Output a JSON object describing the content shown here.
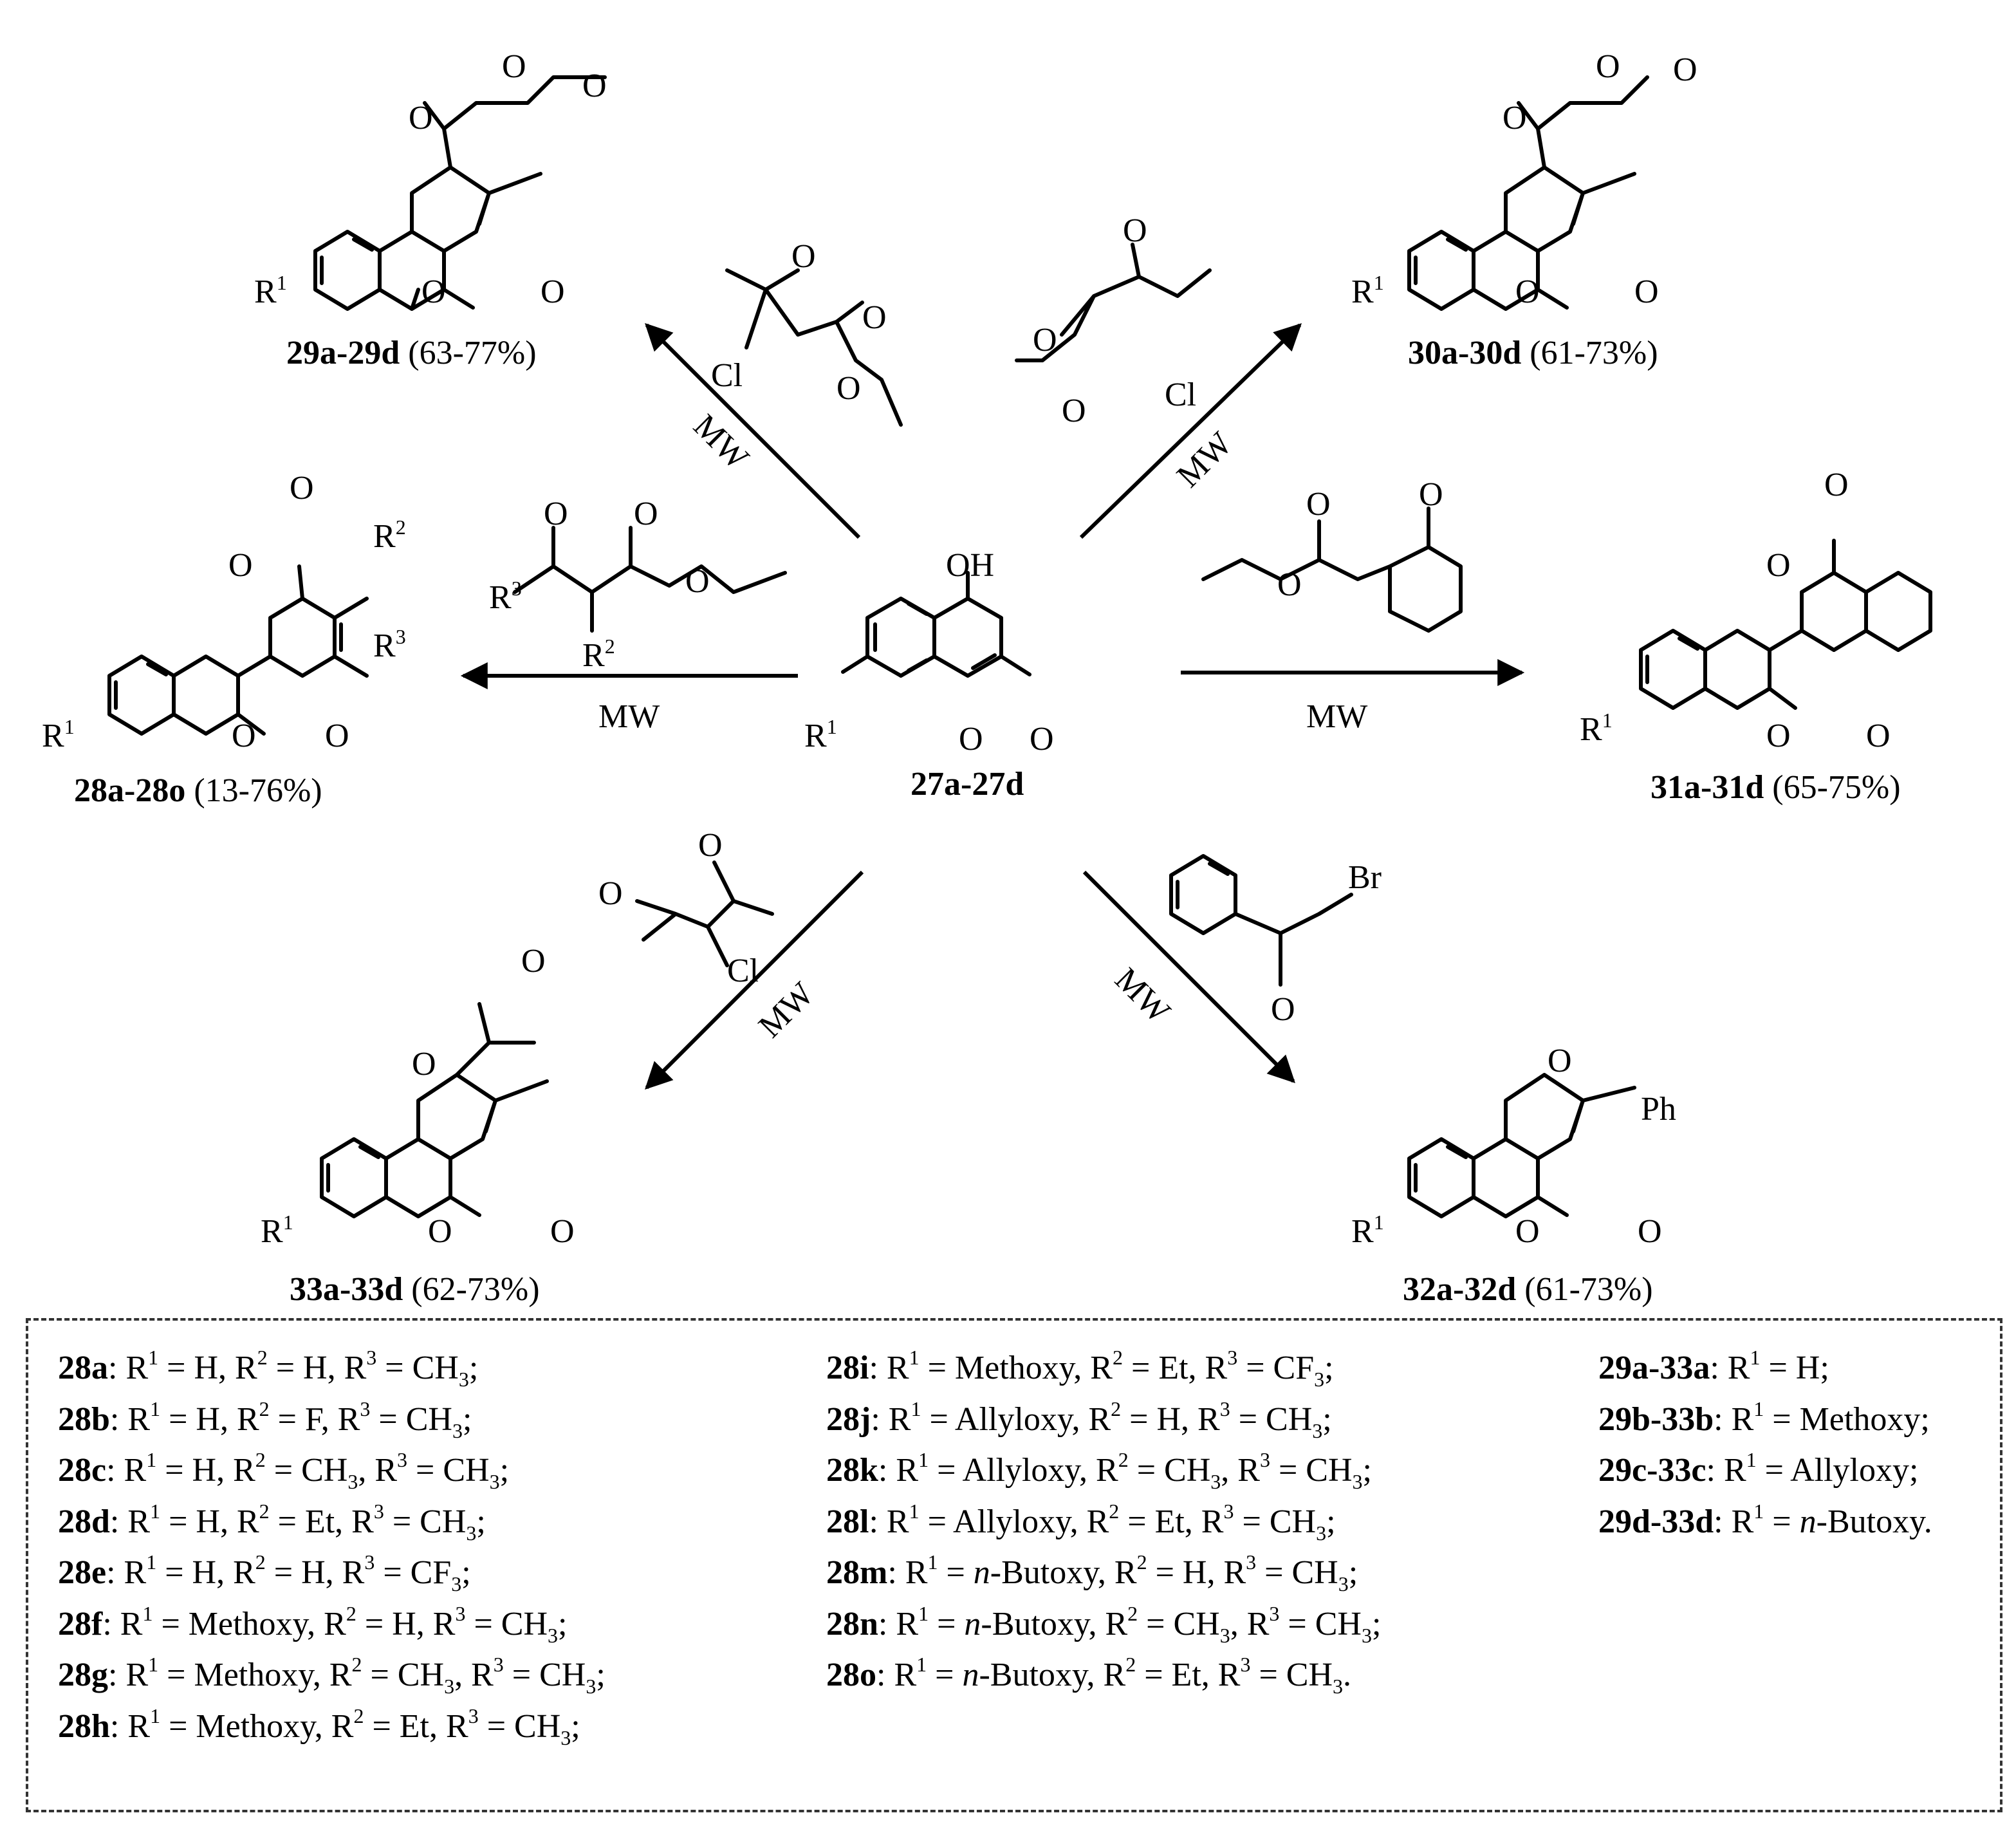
{
  "compounds": {
    "c27": {
      "id": "27a-27d",
      "yield": ""
    },
    "c28": {
      "id": "28a-28o",
      "yield": "(13-76%)"
    },
    "c29": {
      "id": "29a-29d",
      "yield": "(63-77%)"
    },
    "c30": {
      "id": "30a-30d",
      "yield": "(61-73%)"
    },
    "c31": {
      "id": "31a-31d",
      "yield": "(65-75%)"
    },
    "c32": {
      "id": "32a-32d",
      "yield": "(61-73%)"
    },
    "c33": {
      "id": "33a-33d",
      "yield": "(62-73%)"
    }
  },
  "condition": "MW",
  "atom_labels": {
    "oh": "OH",
    "o": "O",
    "r1": "R",
    "r1_sup": "1",
    "r2": "R",
    "r2_sup": "2",
    "r3": "R",
    "r3_sup": "3",
    "cl": "Cl",
    "br": "Br",
    "ph": "Ph"
  },
  "legend": {
    "col1": [
      {
        "id": "28a",
        "sep": ": ",
        "parts": [
          "R",
          "1",
          " = H, R",
          "2",
          " = H, R",
          "3",
          " = CH",
          "3",
          ";"
        ]
      },
      {
        "id": "28b",
        "sep": ": ",
        "parts": [
          "R",
          "1",
          " = H, R",
          "2",
          " = F, R",
          "3",
          " = CH",
          "3",
          ";"
        ]
      },
      {
        "id": "28c",
        "sep": ": ",
        "parts": [
          "R",
          "1",
          " = H, R",
          "2",
          " = CH",
          "3",
          ", R",
          "3",
          " = CH",
          "3",
          ";"
        ]
      },
      {
        "id": "28d",
        "sep": ": ",
        "parts": [
          "R",
          "1",
          " = H, R",
          "2",
          " = Et, R",
          "3",
          " = CH",
          "3",
          ";"
        ]
      },
      {
        "id": "28e",
        "sep": ": ",
        "parts": [
          "R",
          "1",
          " = H, R",
          "2",
          " = H, R",
          "3",
          " = CF",
          "3",
          ";"
        ]
      },
      {
        "id": "28f",
        "sep": ": ",
        "parts": [
          "R",
          "1",
          " = Methoxy, R",
          "2",
          " = H, R",
          "3",
          " = CH",
          "3",
          ";"
        ]
      },
      {
        "id": "28g",
        "sep": ": ",
        "parts": [
          "R",
          "1",
          " = Methoxy, R",
          "2",
          " = CH",
          "3",
          ", R",
          "3",
          " = CH",
          "3",
          ";"
        ]
      },
      {
        "id": "28h",
        "sep": ": ",
        "parts": [
          "R",
          "1",
          " = Methoxy, R",
          "2",
          " = Et, R",
          "3",
          " = CH",
          "3",
          ";"
        ]
      }
    ],
    "col2": [
      {
        "id": "28i",
        "sep": ": ",
        "parts": [
          "R",
          "1",
          " = Methoxy, R",
          "2",
          " = Et, R",
          "3",
          " = CF",
          "3",
          ";"
        ]
      },
      {
        "id": "28j",
        "sep": ": ",
        "parts": [
          "R",
          "1",
          " = Allyloxy, R",
          "2",
          " = H, R",
          "3",
          " = CH",
          "3",
          ";"
        ]
      },
      {
        "id": "28k",
        "sep": ": ",
        "parts": [
          "R",
          "1",
          " = Allyloxy, R",
          "2",
          " = CH",
          "3",
          ", R",
          "3",
          " = CH",
          "3",
          ";"
        ]
      },
      {
        "id": "28l",
        "sep": ": ",
        "parts": [
          "R",
          "1",
          " = Allyloxy, R",
          "2",
          " = Et, R",
          "3",
          " = CH",
          "3",
          ";"
        ]
      },
      {
        "id": "28m",
        "sep": ": ",
        "parts": [
          "R",
          "1",
          " = ",
          "n",
          "-Butoxy, R",
          "2",
          " = H, R",
          "3",
          " = CH",
          "3",
          ";"
        ]
      },
      {
        "id": "28n",
        "sep": ": ",
        "parts": [
          "R",
          "1",
          " = ",
          "n",
          "-Butoxy, R",
          "2",
          " = CH",
          "3",
          ", R",
          "3",
          " = CH",
          "3",
          ";"
        ]
      },
      {
        "id": "28o",
        "sep": ": ",
        "parts": [
          "R",
          "1",
          " = ",
          "n",
          "-Butoxy, R",
          "2",
          " = Et, R",
          "3",
          " = CH",
          "3",
          "."
        ]
      }
    ],
    "col3": [
      {
        "id": "29a-33a",
        "sep": ": ",
        "parts": [
          "R",
          "1",
          " = H;"
        ]
      },
      {
        "id": "29b-33b",
        "sep": ": ",
        "parts": [
          "R",
          "1",
          " = Methoxy;"
        ]
      },
      {
        "id": "29c-33c",
        "sep": ": ",
        "parts": [
          "R",
          "1",
          " = Allyloxy;"
        ]
      },
      {
        "id": "29d-33d",
        "sep": ": ",
        "parts": [
          "R",
          "1",
          " = ",
          "n",
          "-Butoxy."
        ]
      }
    ]
  }
}
